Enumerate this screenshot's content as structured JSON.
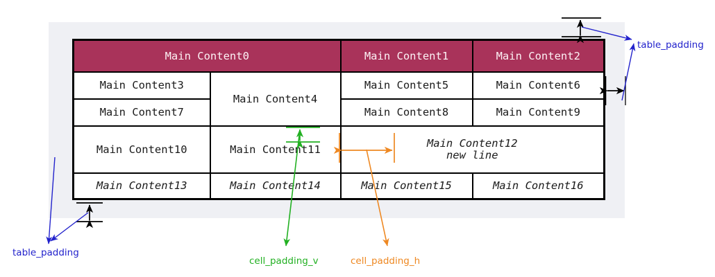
{
  "colors": {
    "header_bg": "#a9335a",
    "header_text": "#fdf2f5",
    "panel_bg": "#eff0f4",
    "table_border": "#000000",
    "cell_text": "#1a1a1a",
    "accent_red": "#ee1111",
    "anno_blue": "#2222cc",
    "anno_green": "#22b022",
    "anno_orange": "#ee8822"
  },
  "table": {
    "rows": [
      {
        "type": "header",
        "cells": [
          {
            "text": "Main Content0",
            "colspan": 2,
            "rowspan": 1,
            "style": "header"
          },
          {
            "text": "Main Content1",
            "colspan": 1,
            "rowspan": 1,
            "style": "header"
          },
          {
            "text": "Main Content2",
            "colspan": 1,
            "rowspan": 1,
            "style": "header"
          }
        ]
      },
      {
        "type": "body",
        "cells": [
          {
            "text": "Main Content3",
            "colspan": 1,
            "rowspan": 1,
            "style": "plain"
          },
          {
            "text": "Main Content4",
            "colspan": 1,
            "rowspan": 2,
            "style": "plain"
          },
          {
            "text": "Main Content5",
            "colspan": 1,
            "rowspan": 1,
            "style": "plain"
          },
          {
            "text": "Main Content6",
            "colspan": 1,
            "rowspan": 1,
            "style": "plain"
          }
        ]
      },
      {
        "type": "body",
        "cells": [
          {
            "text": "Main Content7",
            "colspan": 1,
            "rowspan": 1,
            "style": "plain"
          },
          {
            "text": "Main Content8",
            "colspan": 1,
            "rowspan": 1,
            "style": "plain"
          },
          {
            "text": "Main Content9",
            "colspan": 1,
            "rowspan": 1,
            "style": "plain"
          }
        ]
      },
      {
        "type": "body",
        "cells": [
          {
            "text": "Main Content10",
            "colspan": 1,
            "rowspan": 1,
            "style": "plain"
          },
          {
            "text": "Main Content11",
            "colspan": 1,
            "rowspan": 1,
            "style": "plain"
          },
          {
            "text": "Main Content12\nnew line",
            "colspan": 2,
            "rowspan": 1,
            "style": "red"
          }
        ]
      },
      {
        "type": "body",
        "cells": [
          {
            "text": "Main Content13",
            "colspan": 1,
            "rowspan": 1,
            "style": "bolditalic"
          },
          {
            "text": "Main Content14",
            "colspan": 1,
            "rowspan": 1,
            "style": "bolditalic"
          },
          {
            "text": "Main Content15",
            "colspan": 1,
            "rowspan": 1,
            "style": "bolditalic"
          },
          {
            "text": "Main Content16",
            "colspan": 1,
            "rowspan": 1,
            "style": "bolditalic"
          }
        ]
      }
    ]
  },
  "annotations": {
    "table_padding_right": "table_padding",
    "table_padding_left": "table_padding",
    "cell_padding_v": "cell_padding_v",
    "cell_padding_h": "cell_padding_h"
  }
}
